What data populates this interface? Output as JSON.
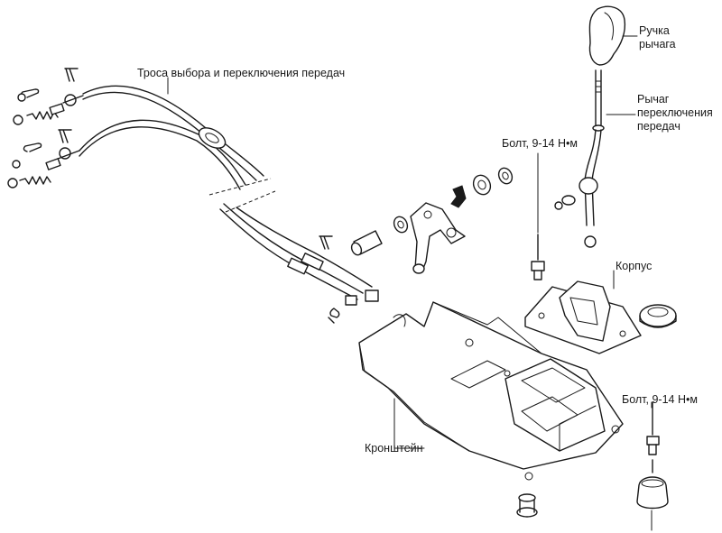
{
  "labels": {
    "cables": "Троса выбора и переключения передач",
    "knob": "Ручка\nрычага",
    "lever": "Рычаг\nпереключения\nпередач",
    "bolt_top": "Болт, 9-14 Н•м",
    "housing": "Корпус",
    "bolt_right": "Болт, 9-14 Н•м",
    "bracket": "Кронштейн"
  }
}
